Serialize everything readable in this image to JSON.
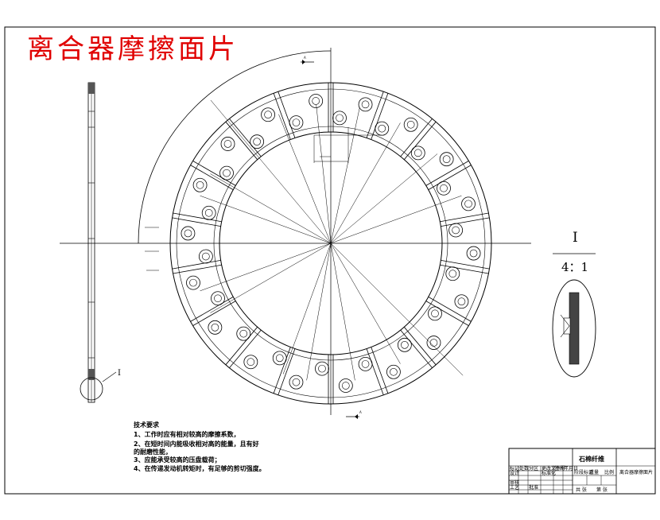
{
  "title": "离合器摩擦面片",
  "detail": {
    "label": "I",
    "scale": "4：1"
  },
  "side_view_label": "I",
  "section_label": "A",
  "technical_requirements": {
    "heading": "技术要求",
    "items": [
      "1、工作时应有相对较高的摩擦系数，",
      "2、在短时间内能吸收相对高的能量，且有好",
      "的耐磨性能，",
      "3、应能承受较高的压盘载荷；",
      "4、在传递发动机转矩时，有足够的剪切强度。"
    ]
  },
  "title_block": {
    "material": "石棉纤维",
    "part_name": "离合器摩擦面片",
    "cell_labels": [
      "标记",
      "处数",
      "分区",
      "更改文件号",
      "签名",
      "年月日",
      "设计",
      "标准化",
      "阶段标记",
      "重量",
      "比例",
      "审核",
      "工艺",
      "批准",
      "共 张",
      "第 张"
    ]
  },
  "colors": {
    "title": "#e00000",
    "lines": "#000000",
    "hatch": "#222222"
  }
}
